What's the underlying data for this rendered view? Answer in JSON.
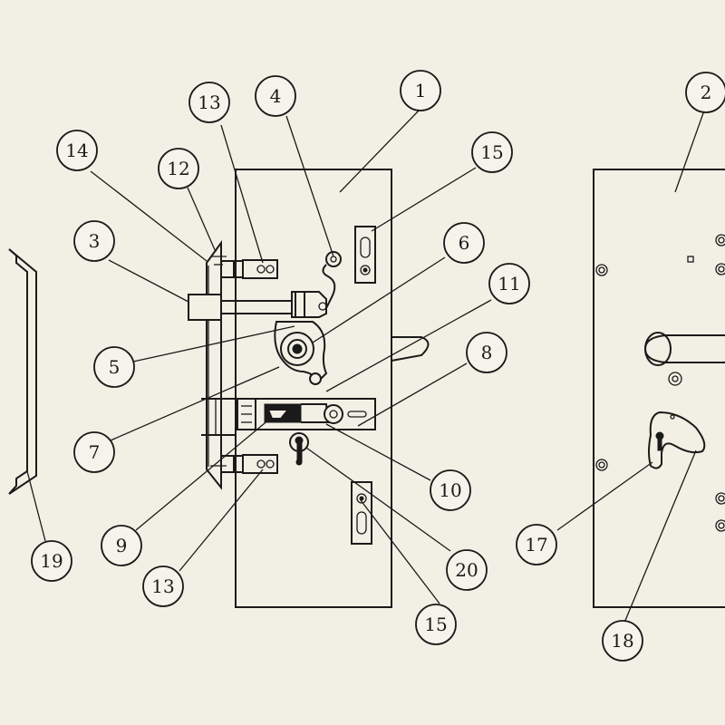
{
  "labels": {
    "p1": "1",
    "p2": "2",
    "p3": "3",
    "p4": "4",
    "p5": "5",
    "p6": "6",
    "p7": "7",
    "p8": "8",
    "p9": "9",
    "p10": "10",
    "p11": "11",
    "p12": "12",
    "p13_top": "13",
    "p13_bottom": "13",
    "p14": "14",
    "p15_top": "15",
    "p15_bottom": "15",
    "p17": "17",
    "p18": "18",
    "p19": "19",
    "p20": "20"
  }
}
